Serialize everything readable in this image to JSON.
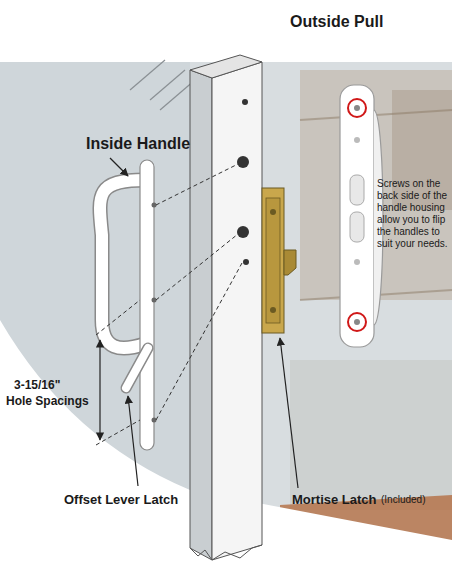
{
  "diagram": {
    "labels": [
      "Outside Pull",
      "Inside Handle",
      "Screws on the back side of the handle housing allow you to flip the handles to suit your needs.",
      "3-15/16\"",
      "Hole Spacings",
      "Mortise Latch",
      "(Included)",
      "Offset Lever Latch"
    ]
  }
}
